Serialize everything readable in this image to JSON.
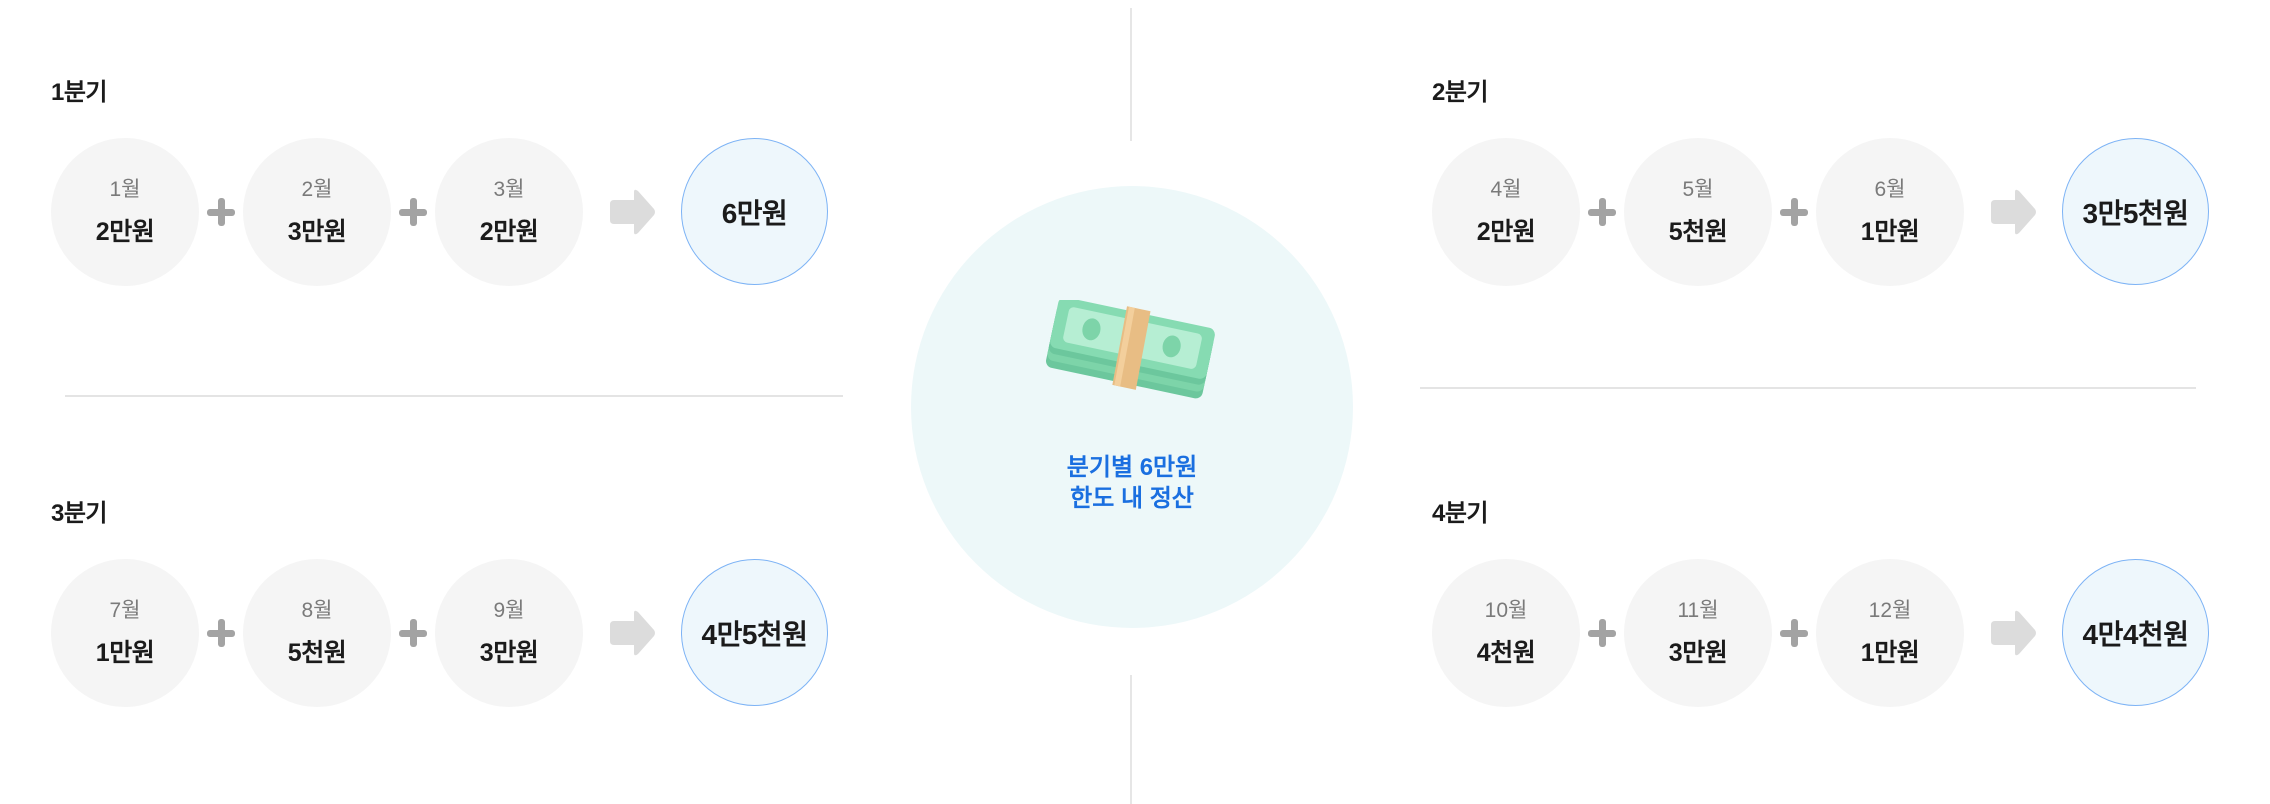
{
  "center": {
    "icon": "money-stack-icon",
    "line1": "분기별 6만원",
    "line2": "한도 내 정산",
    "text_color": "#1a6fe0",
    "bg_color": "#edf8f9"
  },
  "quarters": [
    {
      "title": "1분기",
      "months": [
        {
          "month": "1월",
          "amount": "2만원"
        },
        {
          "month": "2월",
          "amount": "3만원"
        },
        {
          "month": "3월",
          "amount": "2만원"
        }
      ],
      "total": "6만원"
    },
    {
      "title": "2분기",
      "months": [
        {
          "month": "4월",
          "amount": "2만원"
        },
        {
          "month": "5월",
          "amount": "5천원"
        },
        {
          "month": "6월",
          "amount": "1만원"
        }
      ],
      "total": "3만5천원"
    },
    {
      "title": "3분기",
      "months": [
        {
          "month": "7월",
          "amount": "1만원"
        },
        {
          "month": "8월",
          "amount": "5천원"
        },
        {
          "month": "9월",
          "amount": "3만원"
        }
      ],
      "total": "4만5천원"
    },
    {
      "title": "4분기",
      "months": [
        {
          "month": "10월",
          "amount": "4천원"
        },
        {
          "month": "11월",
          "amount": "3만원"
        },
        {
          "month": "12월",
          "amount": "1만원"
        }
      ],
      "total": "4만4천원"
    }
  ],
  "colors": {
    "month_circle": "#f5f5f5",
    "result_circle": "#eef7fc",
    "result_border": "#7db3f5",
    "operator": "#a3a3a3",
    "arrow": "#dcdcdc"
  }
}
